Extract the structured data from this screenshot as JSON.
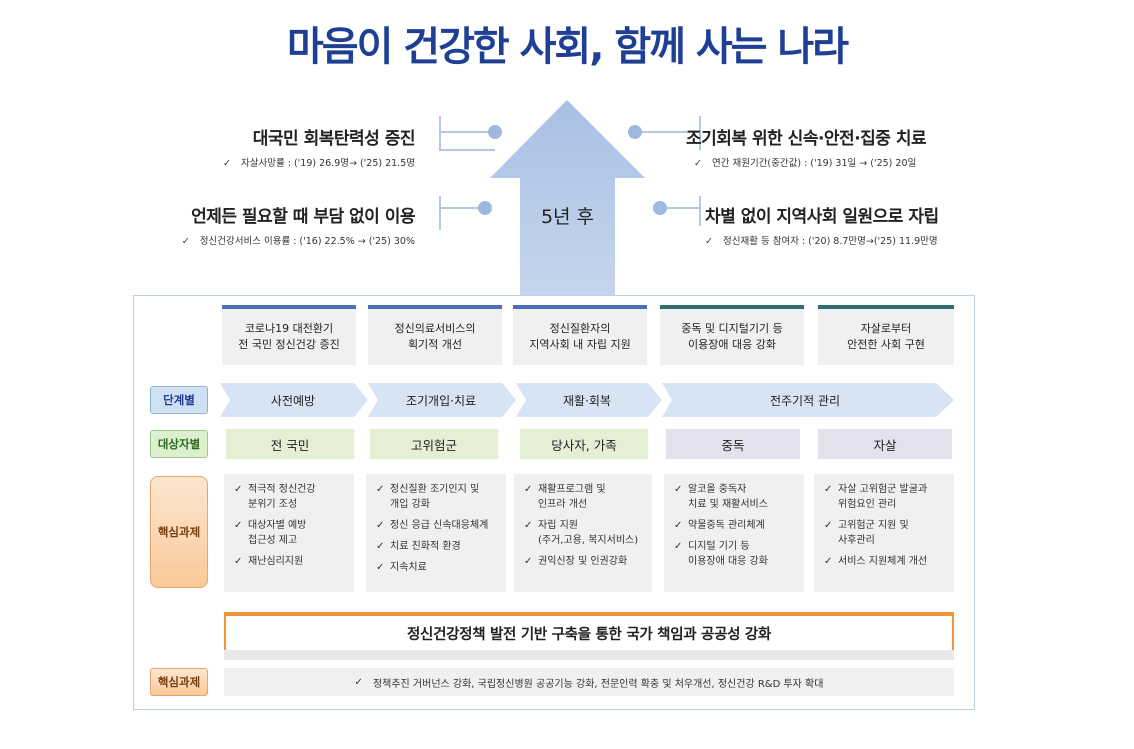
{
  "title": "마음이 건강한 사회, 함께 사는 나라",
  "arrow_label": "5년 후",
  "goals": [
    {
      "title": "대국민 회복탄력성 증진",
      "check": "✓",
      "sub": "자살사망률 : ('19) 26.9명→ ('25) 21.5명"
    },
    {
      "title": "언제든 필요할 때 부담 없이 이용",
      "check": "✓",
      "sub": "정신건강서비스 이용률 : ('16) 22.5% → ('25) 30%"
    },
    {
      "title": "조기회복 위한 신속·안전·집중 치료",
      "check": "✓",
      "sub": "연간 재원기간(중간값) : ('19) 31일 → ('25) 20일"
    },
    {
      "title": "차별 없이 지역사회 일원으로 자립",
      "check": "✓",
      "sub": "정신재활 등 참여자 : ('20) 8.7만명→('25) 11.9만명"
    }
  ],
  "columns": [
    "코로나19 대전환기\n전 국민 정신건강 증진",
    "정신의료서비스의\n획기적 개선",
    "정신질환자의\n지역사회 내 자립 지원",
    "중독 및 디지털기기 등\n이용장애 대응 강화",
    "자살로부터\n안전한 사회 구현"
  ],
  "labels": {
    "stage": "단계별",
    "target": "대상자별",
    "tasks": "핵심과제",
    "tasks2": "핵심과제"
  },
  "stages": [
    "사전예방",
    "조기개입·치료",
    "재활·회복",
    "전주기적 관리"
  ],
  "targets": [
    "전 국민",
    "고위험군",
    "당사자, 가족",
    "중독",
    "자살"
  ],
  "tasks": [
    [
      "적극적 정신건강\n분위기 조성",
      "대상자별 예방\n접근성 제고",
      "재난심리지원"
    ],
    [
      "정신질환 조기인지 및\n개입 강화",
      "정신 응급 신속대응체계",
      "치료 친화적 환경",
      "지속치료"
    ],
    [
      "재활프로그램 및\n인프라 개선",
      "자립 지원\n(주거,고용, 복지서비스)",
      "권익신장 및 인권강화"
    ],
    [
      "알코올 중독자\n치료 및 재활서비스",
      "약물중독 관리체계",
      "디지털 기기 등\n이용장애 대응 강화"
    ],
    [
      "자살 고위험군 발굴과\n위험요인 관리",
      "고위험군 지원 및\n사후관리",
      "서비스 지원체계 개선"
    ]
  ],
  "check_mark": "✓",
  "foundation": "정신건강정책 발전 기반 구축을 통한 국가 책임과 공공성 강화",
  "bottom_task": "정책추진 거버넌스 강화, 국립정신병원 공공기능 강화, 전문인력 확충 및 처우개선, 정신건강 R&D 투자 확대",
  "colors": {
    "title": "#1e3f94",
    "arrow": "#b3c8e6",
    "column_blue": "#4a70b8",
    "column_teal": "#2e6e72",
    "foundation": "#f0953a"
  }
}
